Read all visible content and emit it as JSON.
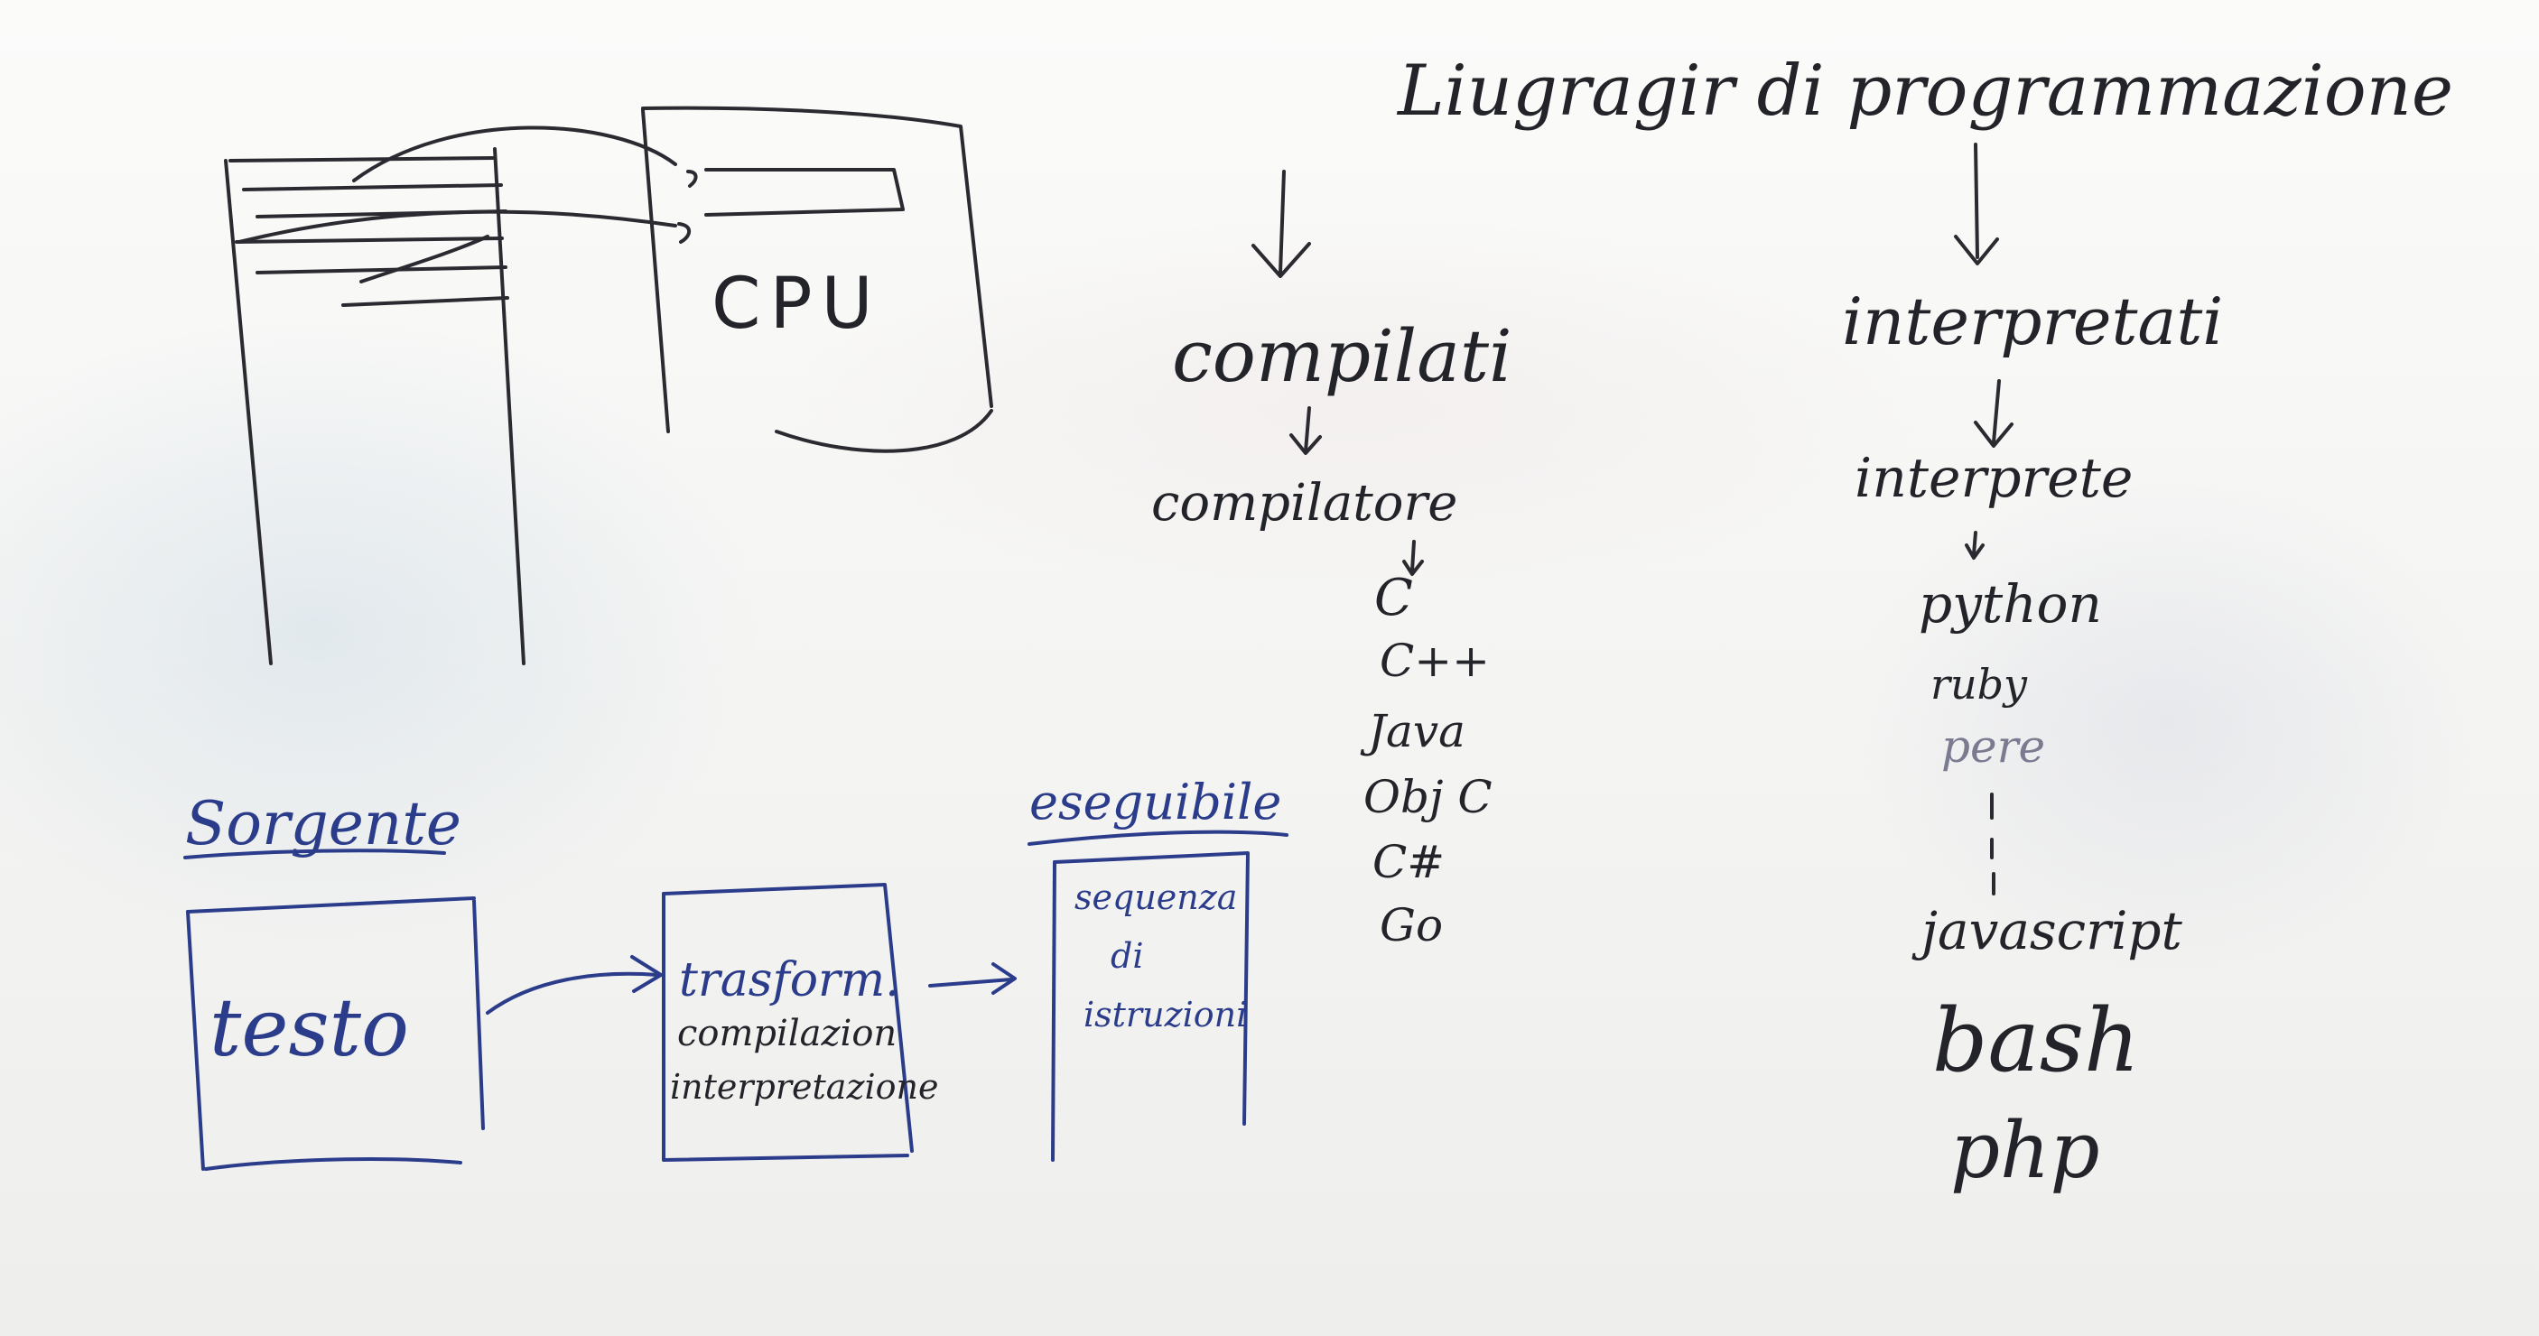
{
  "title": "Liugragir di programmazione",
  "cpu_label": "CPU",
  "compiled": {
    "heading": "compilati",
    "tool": "compilatore",
    "languages": [
      "C",
      "C++",
      "Java",
      "Obj C",
      "C#",
      "Go"
    ]
  },
  "interpreted": {
    "heading": "interpretati",
    "tool": "interprete",
    "languages": [
      "python",
      "ruby",
      "pere",
      "javascript",
      "bash",
      "php"
    ]
  },
  "flow": {
    "source_label": "Sorgente",
    "source_box": "testo",
    "transform_lines": [
      "trasform.",
      "compilazion",
      "interpretazione"
    ],
    "output_label": "eseguibile",
    "output_lines": [
      "sequenza",
      "di",
      "istruzioni"
    ]
  },
  "colors": {
    "ink_black": "#2a2a30",
    "ink_blue": "#2b3c8a"
  }
}
